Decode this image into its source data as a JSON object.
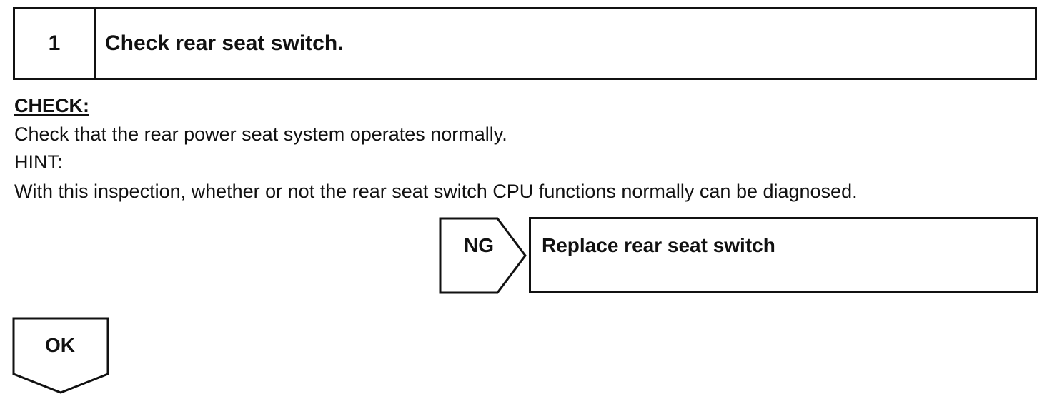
{
  "step": {
    "number": "1",
    "title": "Check rear seat switch."
  },
  "check": {
    "heading": "CHECK:",
    "text": "Check that the rear power seat system operates normally."
  },
  "hint": {
    "heading": "HINT:",
    "text": "With this inspection, whether or not the rear seat switch CPU functions normally can be diagnosed."
  },
  "ng_branch": {
    "label": "NG",
    "action": "Replace rear seat switch"
  },
  "ok_branch": {
    "label": "OK"
  }
}
